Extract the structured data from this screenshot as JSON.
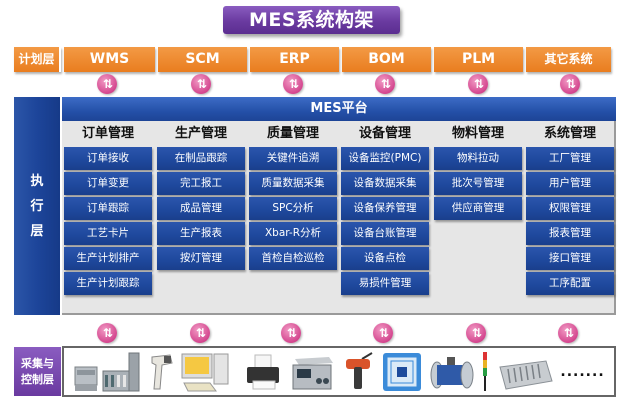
{
  "title": "MES系统构架",
  "planning_layer": {
    "label": "计划层",
    "systems": [
      "WMS",
      "SCM",
      "ERP",
      "BOM",
      "PLM",
      "其它系统"
    ]
  },
  "execution_layer": {
    "label": [
      "执",
      "行",
      "层"
    ],
    "platform": "MES平台",
    "columns": [
      {
        "header": "订单管理",
        "items": [
          "订单接收",
          "订单变更",
          "订单跟踪",
          "工艺卡片",
          "生产计划排产",
          "生产计划跟踪"
        ]
      },
      {
        "header": "生产管理",
        "items": [
          "在制品跟踪",
          "完工报工",
          "成品管理",
          "生产报表",
          "按灯管理"
        ]
      },
      {
        "header": "质量管理",
        "items": [
          "关键件追溯",
          "质量数据采集",
          "SPC分析",
          "Xbar-R分析",
          "首检自检巡检"
        ]
      },
      {
        "header": "设备管理",
        "items": [
          "设备监控(PMC)",
          "设备数据采集",
          "设备保养管理",
          "设备台账管理",
          "设备点检",
          "易损件管理"
        ]
      },
      {
        "header": "物料管理",
        "items": [
          "物料拉动",
          "批次号管理",
          "供应商管理"
        ]
      },
      {
        "header": "系统管理",
        "items": [
          "工厂管理",
          "用户管理",
          "权限管理",
          "报表管理",
          "接口管理",
          "工序配置"
        ]
      }
    ]
  },
  "control_layer": {
    "label_line1": "采集与",
    "label_line2": "控制层",
    "devices": [
      "plc-icon",
      "barcode-scanner-icon",
      "computer-icon",
      "printer-icon",
      "instrument-box-icon",
      "torque-wrench-icon",
      "rfid-tag-icon",
      "flow-sensor-icon",
      "andon-light-icon",
      "io-module-icon"
    ],
    "more": "......."
  },
  "arrow_glyph": "⇅",
  "colors": {
    "orange": "#e97d1f",
    "purple": "#6a3aa0",
    "blue": "#1e489c",
    "pink": "#d4478f",
    "panel_gray": "#e6e6e6"
  }
}
